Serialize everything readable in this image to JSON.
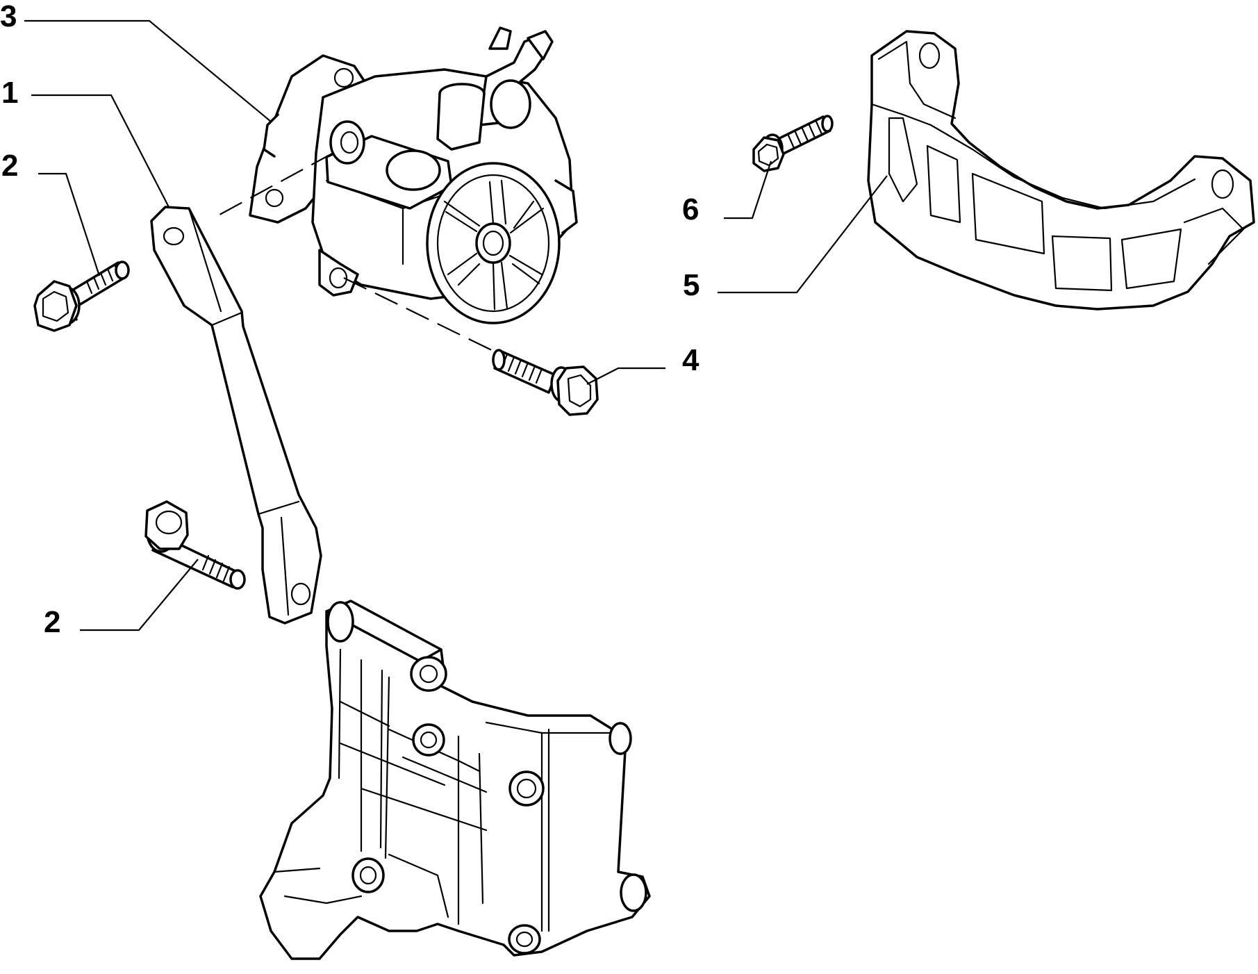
{
  "callouts": [
    {
      "id": "c3",
      "label": "3"
    },
    {
      "id": "c1",
      "label": "1"
    },
    {
      "id": "c2a",
      "label": "2"
    },
    {
      "id": "c2b",
      "label": "2"
    },
    {
      "id": "c4",
      "label": "4"
    },
    {
      "id": "c5",
      "label": "5"
    },
    {
      "id": "c6",
      "label": "6"
    }
  ]
}
